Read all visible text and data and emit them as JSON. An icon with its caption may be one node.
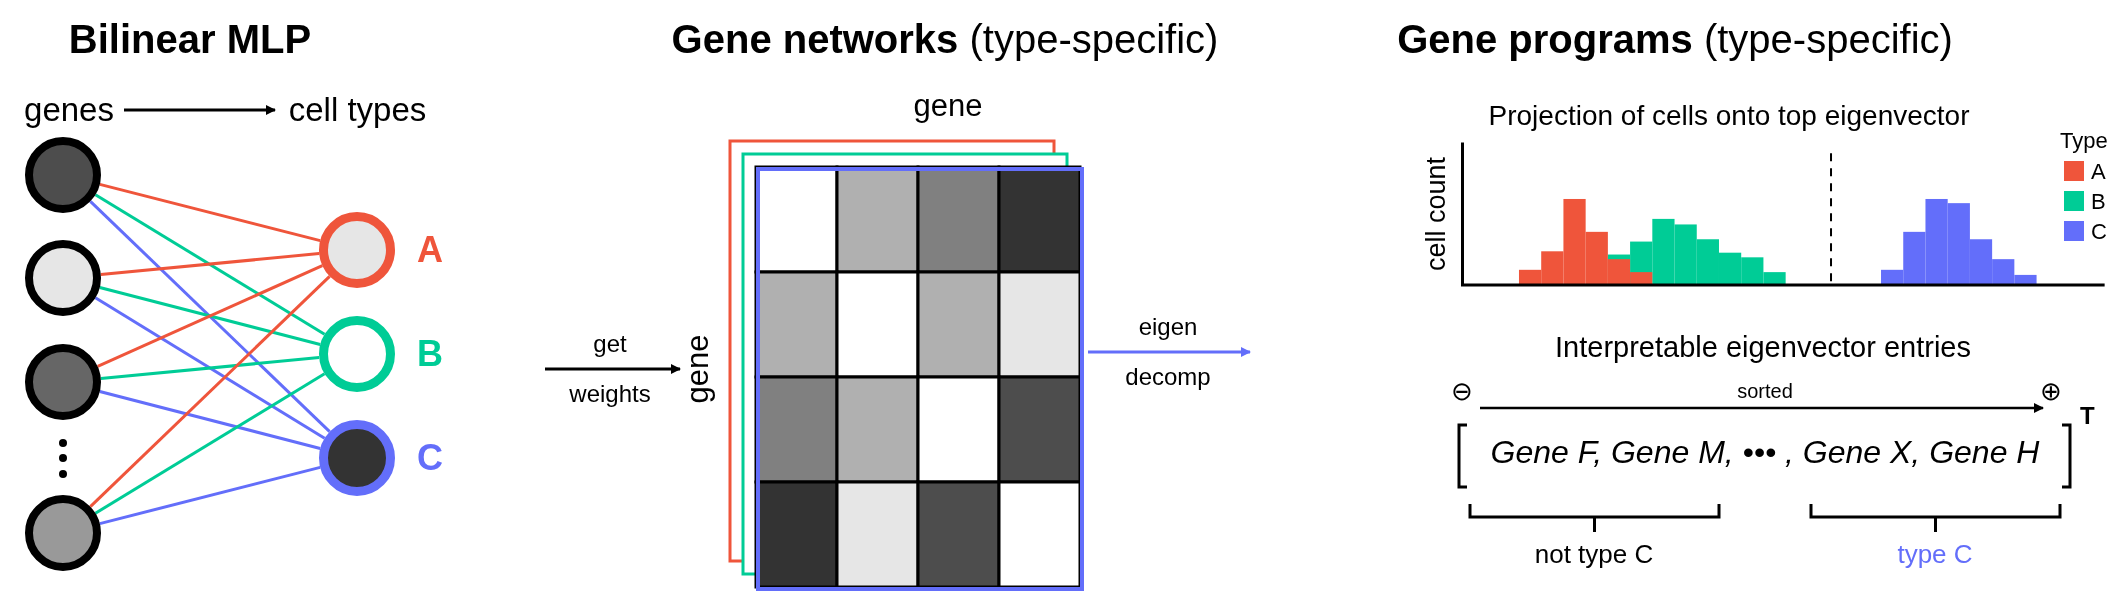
{
  "diagram": {
    "nodes": [
      {
        "text": [],
        "shape": "circle"
      },
      {
        "text": [],
        "shape": "circle"
      },
      {
        "text": [],
        "shape": "circle"
      },
      {
        "text": [],
        "shape": "circle"
      },
      {
        "text": [],
        "shape": "circle",
        "beside": [
          "A"
        ]
      },
      {
        "text": [],
        "shape": "circle",
        "beside": [
          "B"
        ]
      },
      {
        "text": [],
        "shape": "circle",
        "beside": [
          "C"
        ]
      },
      {
        "text": [
          "genes"
        ]
      },
      {
        "text": [
          "cell types"
        ]
      },
      {
        "text": [
          "gene",
          "gene"
        ]
      }
    ],
    "edges": [
      {
        "from": 0,
        "to": 4,
        "arrow": "none",
        "color": "#ef553b"
      },
      {
        "from": 0,
        "to": 5,
        "arrow": "none",
        "color": "#00cc96"
      },
      {
        "from": 0,
        "to": 6,
        "arrow": "none",
        "color": "#636efa"
      },
      {
        "from": 1,
        "to": 4,
        "arrow": "none",
        "color": "#ef553b"
      },
      {
        "from": 1,
        "to": 5,
        "arrow": "none",
        "color": "#00cc96"
      },
      {
        "from": 1,
        "to": 6,
        "arrow": "none",
        "color": "#636efa"
      },
      {
        "from": 2,
        "to": 4,
        "arrow": "none",
        "color": "#ef553b"
      },
      {
        "from": 2,
        "to": 5,
        "arrow": "none",
        "color": "#00cc96"
      },
      {
        "from": 2,
        "to": 6,
        "arrow": "none",
        "color": "#636efa"
      },
      {
        "from": 3,
        "to": 4,
        "arrow": "none",
        "color": "#ef553b"
      },
      {
        "from": 3,
        "to": 5,
        "arrow": "none",
        "color": "#00cc96"
      },
      {
        "from": 3,
        "to": 6,
        "arrow": "none",
        "color": "#636efa"
      },
      {
        "from": 7,
        "to": 8,
        "arrow": "to",
        "color": "#000000"
      },
      {
        "from": null,
        "to": 9,
        "arrow": "to",
        "label": "get weights",
        "color": "#000000"
      },
      {
        "from": 9,
        "to": null,
        "arrow": "to",
        "label": "eigen decomp",
        "color": "#636efa"
      }
    ],
    "labels": [
      "Bilinear MLP",
      "**Gene networks** (type-specific)",
      "**Gene programs** (type-specific)",
      "Projection of cells onto top eigenvector",
      "Type",
      "cell count",
      "Interpretable eigenvector entries",
      "⊖",
      "sorted",
      "⊕",
      "Gene F, Gene M, ••• , Gene X, Gene H",
      "T",
      "not type C",
      "type C"
    ],
    "legend": [
      {
        "text": "A",
        "color": "#ef553b"
      },
      {
        "text": "B",
        "color": "#00cc96"
      },
      {
        "text": "C",
        "color": "#636efa"
      }
    ]
  }
}
